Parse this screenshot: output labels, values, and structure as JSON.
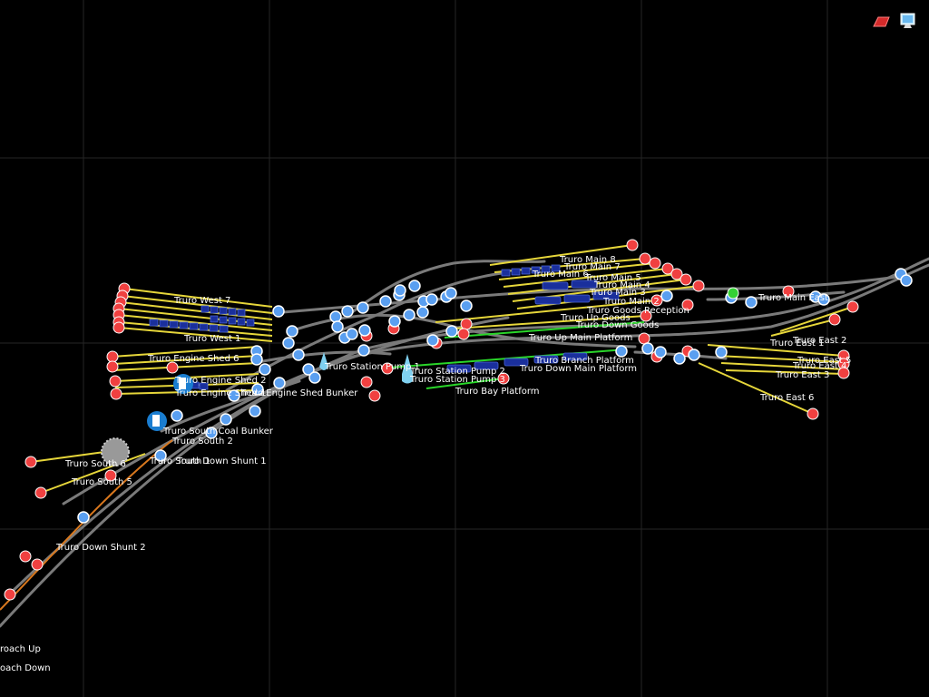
{
  "colors": {
    "background": "#000000",
    "grid": "#262626",
    "track": "#7a7a7a",
    "siding": "#e6d63a",
    "platform": "#2ad62a",
    "approach": "#d9781e",
    "endpoint": "#f04040",
    "node": "#5a9ff0",
    "train": "#1a2f9c"
  },
  "toolbar": {
    "eraser_icon": "eraser-icon",
    "monitor_icon": "monitor-icon"
  },
  "labels": {
    "truro_west_7": "Truro West 7",
    "truro_west_1": "Truro West 1",
    "truro_engine_shed_6": "Truro Engine Shed 6",
    "truro_engine_shed_2": "Truro Engine Shed 2",
    "truro_engine_shed_1": "Truro Engine Shed 1",
    "truro_engine_shed_bunker": "Truro Engine Shed Bunker",
    "truro_south_coal_bunker": "Truro South Coal Bunker",
    "truro_south_2": "Truro South 2",
    "truro_south_1": "Truro South 1",
    "truro_south_6": "Truro South 6",
    "truro_south_5": "Truro South 5",
    "truro_down_shunt_1": "Truro Down Shunt 1",
    "truro_down_shunt_2": "Truro Down Shunt 2",
    "truro_station_pump_1": "Truro Station Pump 1",
    "truro_station_pump_2": "Truro Station Pump 2",
    "truro_station_pump_3": "Truro Station Pump 3",
    "truro_bay_platform": "Truro Bay Platform",
    "truro_up_main_platform": "Truro Up Main Platform",
    "truro_down_main_platform": "Truro Down Main Platform",
    "truro_branch_platform": "Truro Branch Platform",
    "truro_down_goods": "Truro Down Goods",
    "truro_up_goods": "Truro Up Goods",
    "truro_goods_reception": "Truro Goods Reception",
    "truro_main_8": "Truro Main 8",
    "truro_main_7": "Truro Main 7",
    "truro_main_6": "Truro Main 6",
    "truro_main_5": "Truro Main 5",
    "truro_main_4": "Truro Main 4",
    "truro_main_3": "Truro Main 3",
    "truro_main_2": "Truro Main 2",
    "truro_main_east": "Truro Main East",
    "truro_east_1": "Truro East 1",
    "truro_east_2": "Truro East 2",
    "truro_east_3": "Truro East 3",
    "truro_east_4": "Truro East 4",
    "truro_east_5": "Truro East 5",
    "truro_east_6": "Truro East 6",
    "approach_up": "roach Up",
    "approach_down": "oach Down"
  }
}
